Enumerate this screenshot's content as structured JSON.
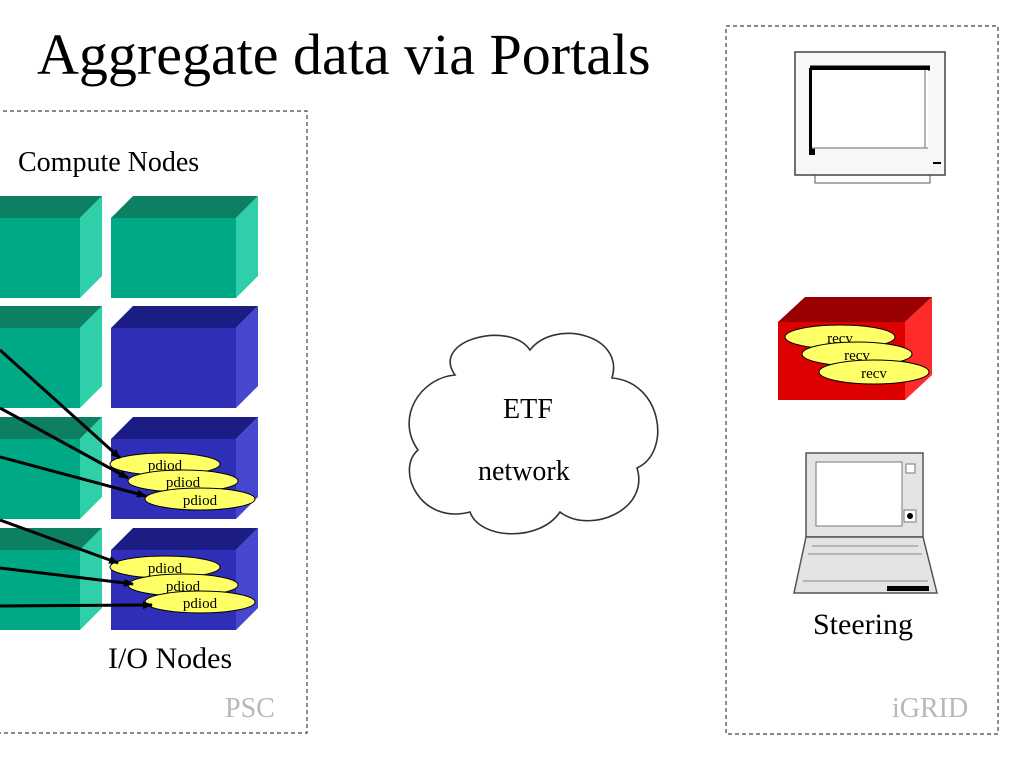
{
  "slide": {
    "title": "Aggregate data via Portals",
    "psc": {
      "corner_label": "PSC",
      "compute_nodes_label": "Compute Nodes",
      "io_nodes_label": "I/O Nodes",
      "daemon_label": "pdiod"
    },
    "network": {
      "line1": "ETF",
      "line2": "network"
    },
    "igrid": {
      "corner_label": "iGRID",
      "receiver_label": "recv",
      "steering_label": "Steering",
      "icons": [
        "monitor-icon",
        "receiver-box-icon",
        "laptop-icon"
      ]
    },
    "colors": {
      "compute_node": "#00a986",
      "io_node": "#2e2eb8",
      "receiver_box": "#dd0000",
      "daemon_fill": "#ffff66",
      "corner_text": "#b8b8b8"
    }
  }
}
